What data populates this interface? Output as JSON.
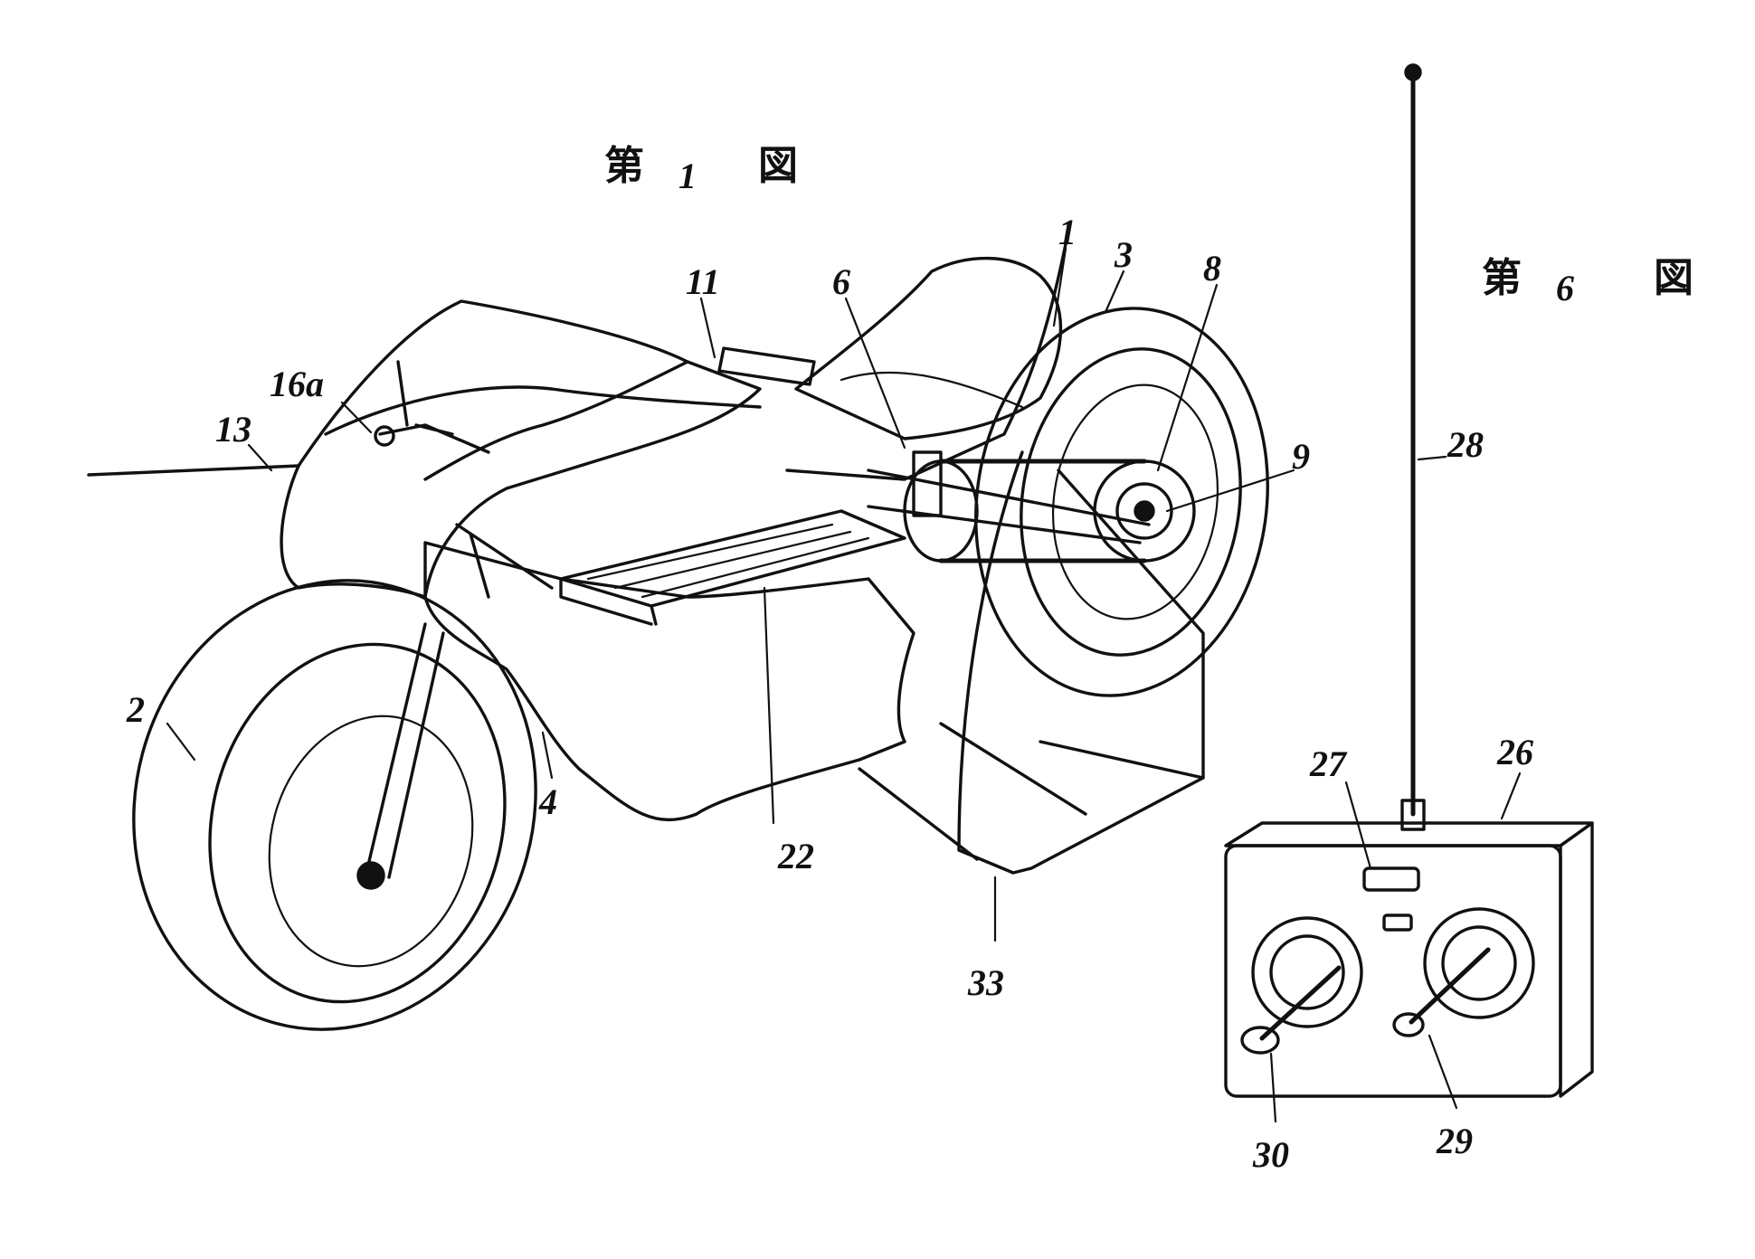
{
  "figures": {
    "fig1_title": {
      "prefix": "第",
      "number": "1",
      "suffix": "図"
    },
    "fig6_title": {
      "prefix": "第",
      "number": "6",
      "suffix": "図"
    }
  },
  "reference_numerals": {
    "body": "1",
    "front_wheel": "2",
    "rear_wheel": "3",
    "frame": "4",
    "engine_part": "6",
    "rear_sprocket": "8",
    "rear_axle": "9",
    "fuel_tank": "11",
    "cord": "13",
    "steering_linkage": "16a",
    "battery_box": "22",
    "transmitter": "26",
    "switch": "27",
    "antenna": "28",
    "right_stick": "29",
    "left_stick": "30",
    "stand": "33"
  },
  "colors": {
    "ink": "#111111",
    "paper": "#ffffff"
  }
}
